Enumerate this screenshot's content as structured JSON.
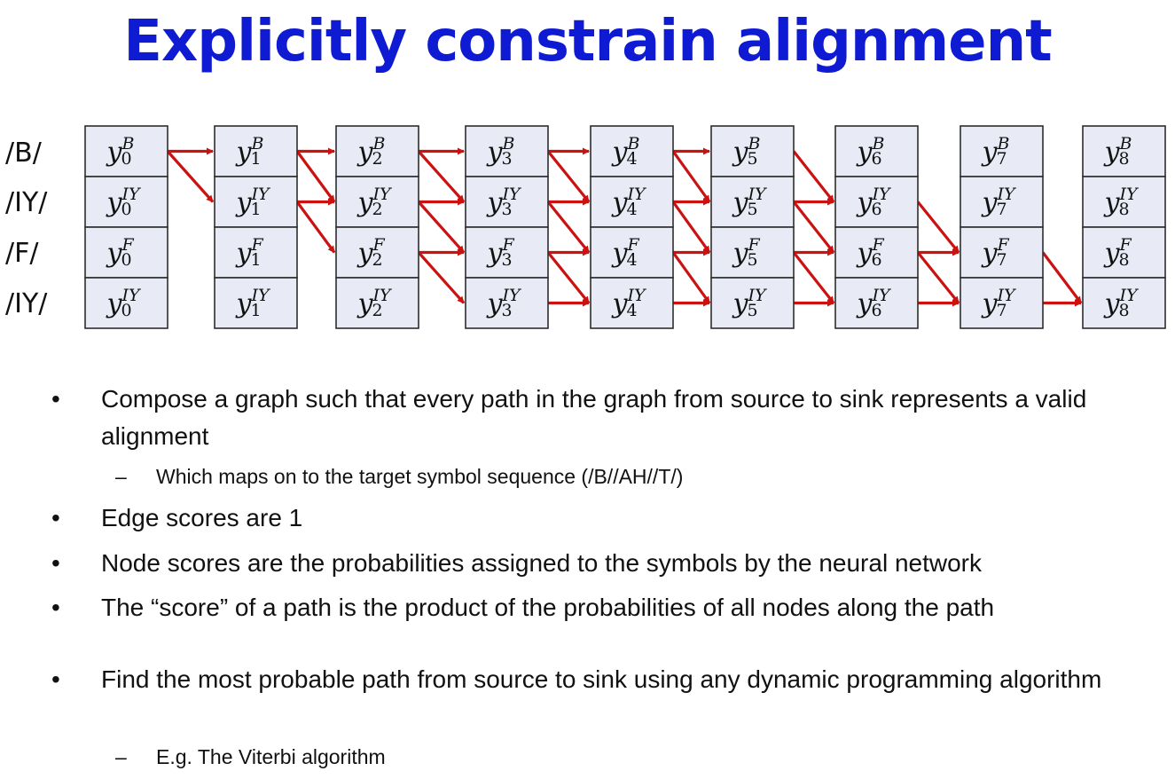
{
  "title": "Explicitly constrain alignment",
  "diagram": {
    "row_labels": [
      "/B/",
      "/IY/",
      "/F/",
      "/IY/"
    ],
    "symbols": [
      "B",
      "IY",
      "F",
      "IY"
    ],
    "time_indices": [
      "0",
      "1",
      "2",
      "3",
      "4",
      "5",
      "6",
      "7",
      "8"
    ],
    "edge_color": "#cc1111",
    "node_fill": "#e8ebf5"
  },
  "bullets": [
    {
      "text": "Compose a graph such that every path in the graph from source to sink represents a valid alignment",
      "sub": [
        "Which maps on to the target symbol sequence (/B//AH//T/)"
      ]
    },
    {
      "text": "Edge scores are 1",
      "sub": []
    },
    {
      "text": "Node scores are the probabilities assigned to the symbols by the neural network",
      "sub": []
    },
    {
      "text": "The “score” of a path is the product of the probabilities of all nodes along the path",
      "sub": []
    },
    {
      "text": "Find the most probable path from source to sink using any dynamic programming algorithm",
      "sub": [
        "E.g.  The Viterbi algorithm"
      ]
    }
  ],
  "bullet_marker": "•",
  "sub_marker": "–"
}
